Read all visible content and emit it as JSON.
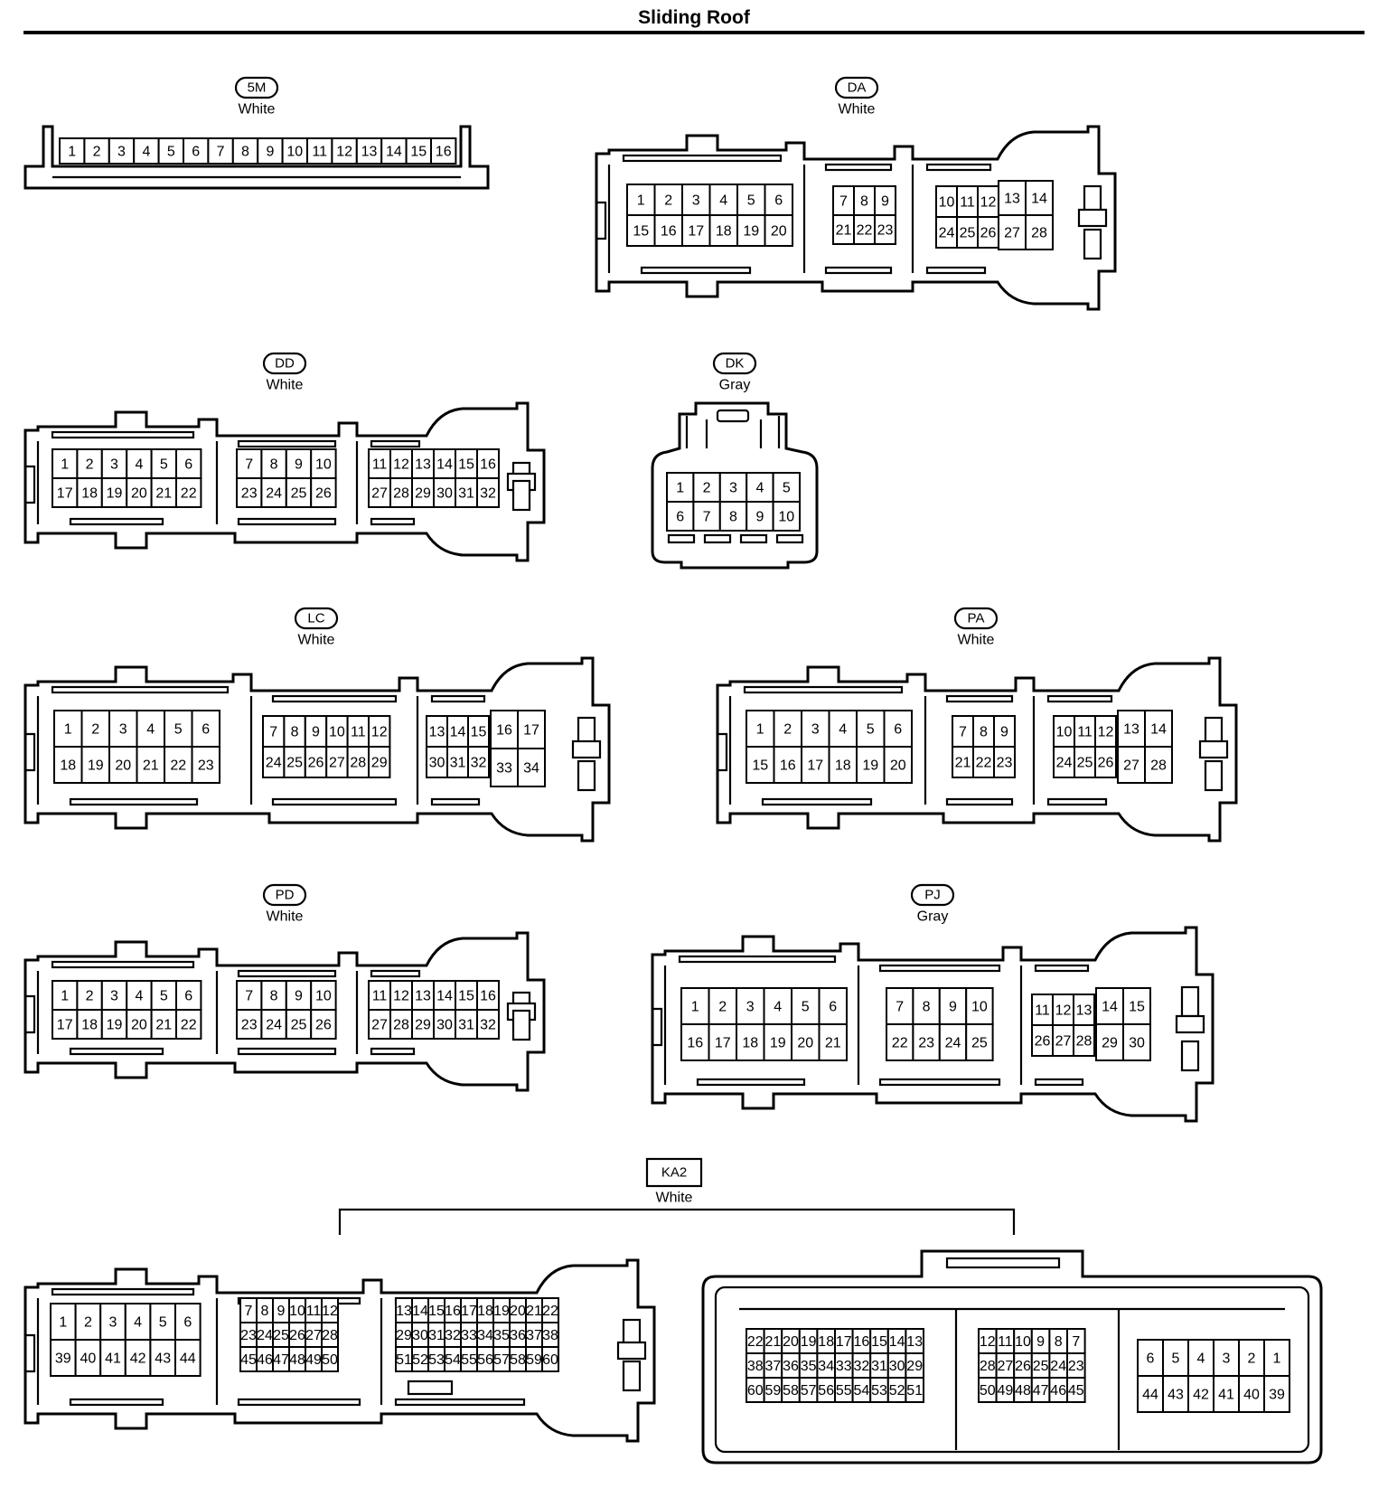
{
  "title": "Sliding Roof",
  "connectors": [
    {
      "id": "5M",
      "color": "White"
    },
    {
      "id": "DA",
      "color": "White"
    },
    {
      "id": "DD",
      "color": "White"
    },
    {
      "id": "DK",
      "color": "Gray"
    },
    {
      "id": "LC",
      "color": "White"
    },
    {
      "id": "PA",
      "color": "White"
    },
    {
      "id": "PD",
      "color": "White"
    },
    {
      "id": "PJ",
      "color": "Gray"
    },
    {
      "id": "KA2",
      "color": "White"
    }
  ]
}
